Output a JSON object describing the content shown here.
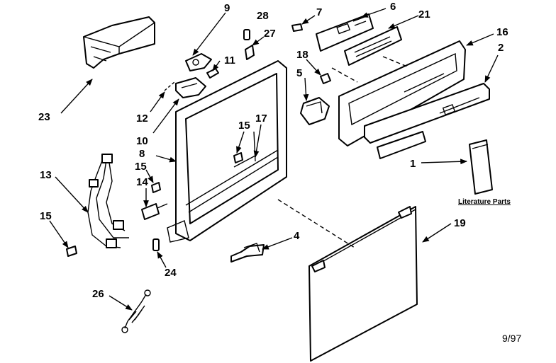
{
  "callouts": {
    "c9": "9",
    "c28": "28",
    "c7": "7",
    "c6": "6",
    "c21": "21",
    "c27": "27",
    "c16": "16",
    "c2": "2",
    "c11": "11",
    "c18": "18",
    "c5": "5",
    "c23": "23",
    "c12": "12",
    "c10": "10",
    "c15a": "15",
    "c17": "17",
    "c8": "8",
    "c15b": "15",
    "c14": "14",
    "c13": "13",
    "c1": "1",
    "c15c": "15",
    "c4": "4",
    "c19": "19",
    "c24": "24",
    "c26": "26"
  },
  "literature_label": "Literature Parts",
  "date_code": "9/97"
}
